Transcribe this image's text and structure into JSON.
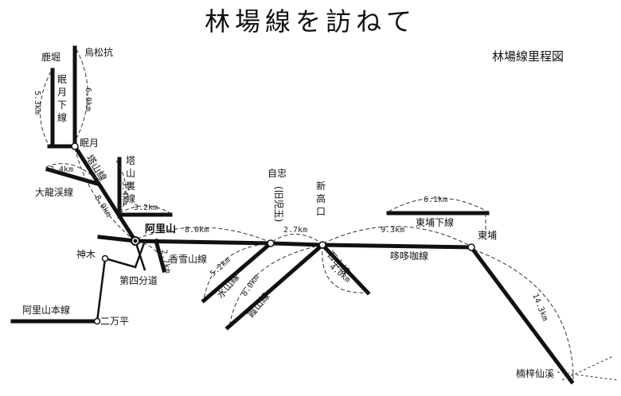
{
  "title": "林場線を訪ねて",
  "subtitle": "林場線里程図",
  "stations": {
    "shikabori": "鹿堀",
    "ushoukou": "烏松抗",
    "mingetsu": "眠月",
    "alishan": "阿里山",
    "shenmu": "神木",
    "nimanping": "二万平",
    "daisi": "第四分道",
    "zizhong_1": "自忠",
    "zizhong_2": "(旧児玉)",
    "xingaokou_1": "新",
    "xingaokou_2": "高",
    "xingaokou_3": "口",
    "dongpu": "東埔",
    "nanzixian": "楠梓仙溪"
  },
  "lines": {
    "mianyue_xia": [
      "眠",
      "月",
      "下",
      "線"
    ],
    "tashan": "塔山線",
    "tashan_li": [
      "塔",
      "山",
      "裏",
      "線"
    ],
    "dalongxi": "大龍渓線",
    "alishan_main": "阿里山本線",
    "xiangxue": "香雪山線",
    "shuishan": "水山線",
    "xiashan": "霞山線",
    "shishan": "石山線",
    "dongpu_xia": "東埔下線",
    "duoduojia": "哆哆咖線"
  },
  "distances": {
    "d53": "5.3km",
    "d60": "6.0km",
    "d24": "2.4km",
    "d34": "3.4km",
    "d80a": "8.0km",
    "d32": "3.2km",
    "d27a": "2.7km",
    "d80b": "8.0km",
    "d27b": "2.7km",
    "d52": "5.2km",
    "d80c": "8.0km",
    "d40": "4.0km",
    "d93": "9.3km",
    "d61": "6.1km",
    "d143": "14.3km"
  }
}
